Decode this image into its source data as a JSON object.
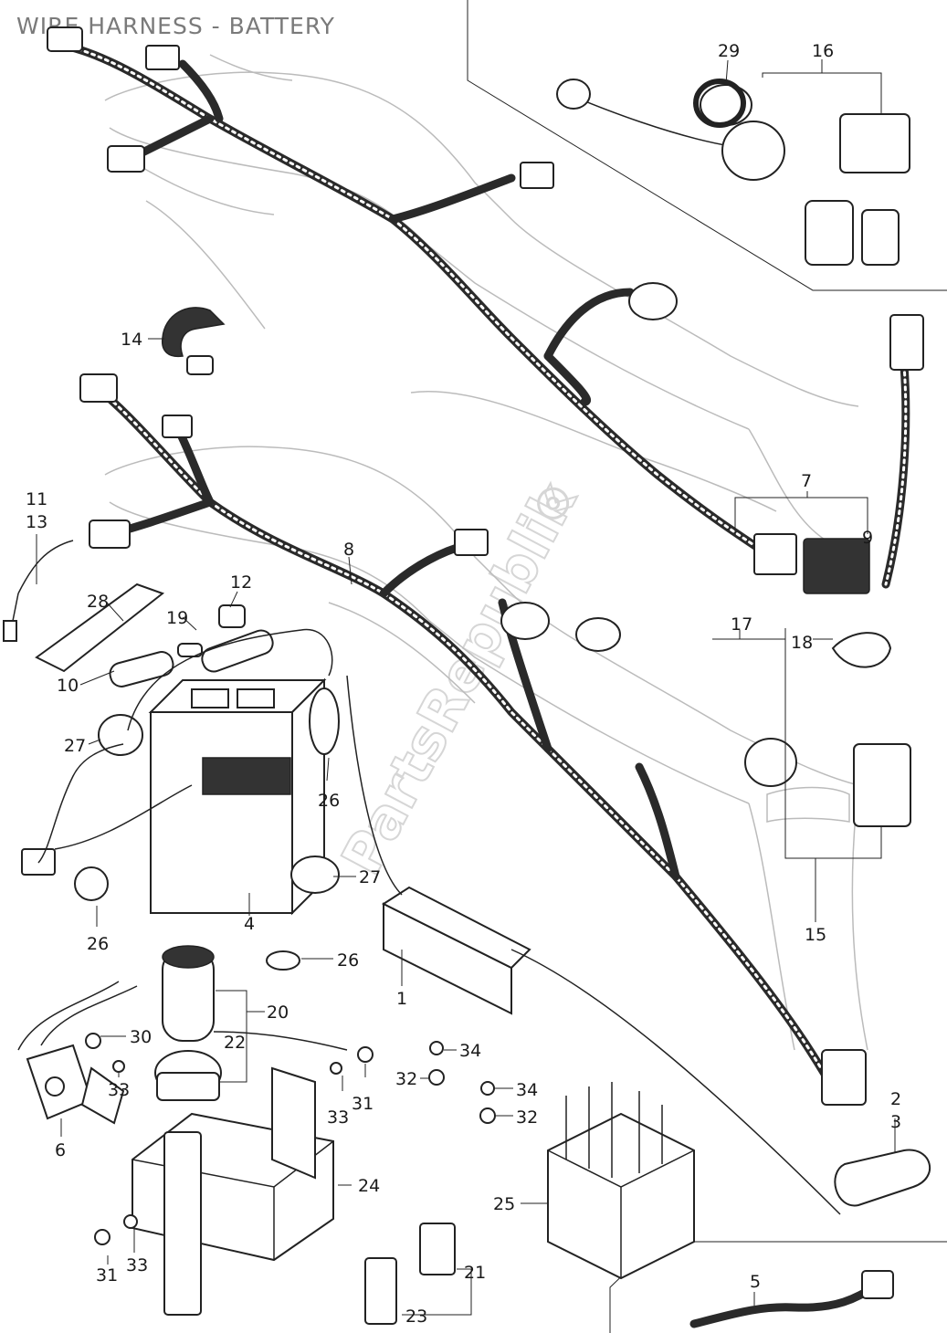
{
  "title": "WIRE HARNESS - BATTERY",
  "watermark": "PartsRepublik",
  "callouts": {
    "n1": "1",
    "n2": "2",
    "n3": "3",
    "n4": "4",
    "n5": "5",
    "n6": "6",
    "n7": "7",
    "n8": "8",
    "n9": "9",
    "n10": "10",
    "n11": "11",
    "n12": "12",
    "n13": "13",
    "n14": "14",
    "n15": "15",
    "n16": "16",
    "n17": "17",
    "n18": "18",
    "n19": "19",
    "n20": "20",
    "n21": "21",
    "n22": "22",
    "n23": "23",
    "n24": "24",
    "n25": "25",
    "n26a": "26",
    "n26b": "26",
    "n26c": "26",
    "n27a": "27",
    "n27b": "27",
    "n28": "28",
    "n29": "29",
    "n30": "30",
    "n31a": "31",
    "n31b": "31",
    "n32a": "32",
    "n32b": "32",
    "n33a": "33",
    "n33b": "33",
    "n33c": "33",
    "n34a": "34",
    "n34b": "34"
  },
  "icons": {
    "watermark_gear": "gear-icon"
  }
}
